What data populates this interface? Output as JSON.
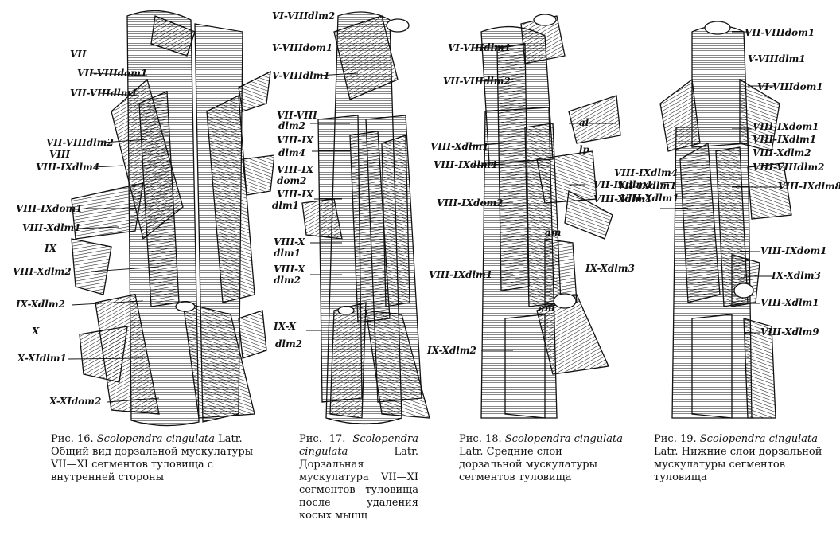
{
  "figures": [
    {
      "labels": [
        "VII",
        "VII-VIIIdom1",
        "VII-VIIIdlm1",
        "VII-VIIIdlm2",
        "VIII",
        "VIII-IXdlm4",
        "VIII-IXdom1",
        "VIII-Xdlm1",
        "IX",
        "VIII-Xdlm2",
        "IX-Xdlm2",
        "X",
        "X-XIdlm1",
        "X-XIdom2"
      ],
      "caption": {
        "prefix": "Рис. 16.",
        "species": "Scolopendra cingulata",
        "rest": "Latr. Общий вид дорзальной мускулатуры VII—XI сегментов туловища с внутренней стороны"
      }
    },
    {
      "labels": [
        "VI-VIIIdlm2",
        "V-VIIIdom1",
        "V-VIIIdlm1",
        "VII-VIII",
        "dlm2",
        "VIII-IX",
        "dlm4",
        "VIII-IX",
        "dom2",
        "VIII-IX",
        "dlm1",
        "VIII-X",
        "dlm1",
        "VIII-X",
        "dlm2",
        "IX-X",
        "dlm2"
      ],
      "caption": {
        "prefix": "Рис. 17.",
        "species": "Scolopendra cingulata",
        "rest": "Latr. Дорзальная мускулатура VII—XI сегментов туловища после удаления косых мышц"
      }
    },
    {
      "labels": [
        "VI-VIIIdlm1",
        "VII-VIIIdlm2",
        "al",
        "VIII-Xdlm1",
        "lp",
        "VIII-IXdlm4",
        "VII-IXdlm1",
        "VIII-IXdom2",
        "VIII-Xdlm1",
        "am",
        "IX-Xdlm3",
        "VIII-IXdlm1",
        "am",
        "IX-Xdlm2"
      ],
      "caption": {
        "prefix": "Рис. 18.",
        "species": "Scolopendra cingulata",
        "rest": "Latr. Средние слои дорзальной мускулатуры сегментов туловища"
      }
    },
    {
      "labels": [
        "VII-VIIIdom1",
        "V-VIIIdlm1",
        "VI-VIIIdom1",
        "VIII-IXdom1",
        "VIII-IXdlm1",
        "VIII-Xdlm2",
        "VIII-VIIIdlm2",
        "VIII-IXdlm4",
        "VII-IXdlm1",
        "VIII-IXdlm8",
        "VIII-Xdlm1",
        "VIII-IXdom1",
        "IX-Xdlm3",
        "VIII-Xdlm1",
        "VIII-Xdlm9"
      ],
      "caption": {
        "prefix": "Рис. 19.",
        "species": "Scolopendra cingulata",
        "rest": "Latr. Нижние слои дорзальной мускулатуры сегментов туловища"
      }
    }
  ],
  "colors": {
    "ink": "#111111",
    "paper": "#ffffff"
  }
}
